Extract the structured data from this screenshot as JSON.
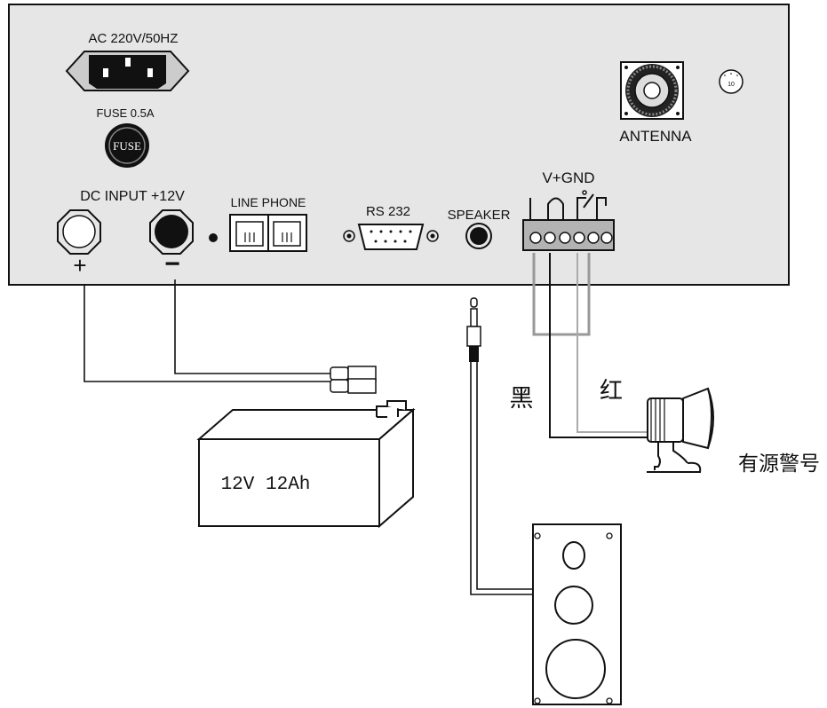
{
  "panel": {
    "ac_label": "AC 220V/50HZ",
    "fuse_label": "FUSE 0.5A",
    "fuse_text": "FUSE",
    "dc_input_label": "DC INPUT +12V",
    "plus_sign": "+",
    "minus_sign": "−",
    "line_phone_label": "LINE PHONE",
    "rs232_label": "RS 232",
    "speaker_label": "SPEAKER",
    "vgnd_label": "V+GND",
    "antenna_label": "ANTENNA",
    "switch_number": "10"
  },
  "battery": {
    "label": "12V 12Ah"
  },
  "wires": {
    "black_label": "黑",
    "red_label": "红"
  },
  "siren": {
    "label": "有源警号"
  }
}
